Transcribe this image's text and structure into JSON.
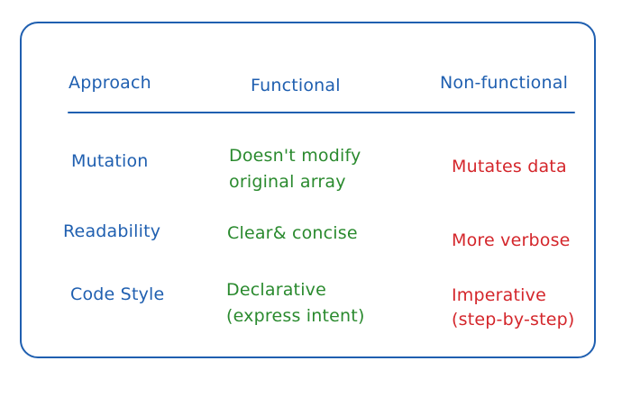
{
  "colors": {
    "frame": "#1f5fb0",
    "header_text": "#1f5fb0",
    "row_label_text": "#1f5fb0",
    "functional_text": "#2a8a2e",
    "non_functional_text": "#d4262b"
  },
  "header": {
    "approach": "Approach",
    "functional": "Functional",
    "non_functional": "Non-functional"
  },
  "rows": [
    {
      "label": "Mutation",
      "functional": [
        "Doesn't modify",
        "original array"
      ],
      "non_functional": [
        "Mutates data"
      ]
    },
    {
      "label": "Readability",
      "functional": [
        "Clear& concise"
      ],
      "non_functional": [
        "More verbose"
      ]
    },
    {
      "label": "Code Style",
      "functional": [
        "Declarative",
        "(express intent)"
      ],
      "non_functional": [
        "Imperative",
        "(step-by-step)"
      ]
    }
  ]
}
